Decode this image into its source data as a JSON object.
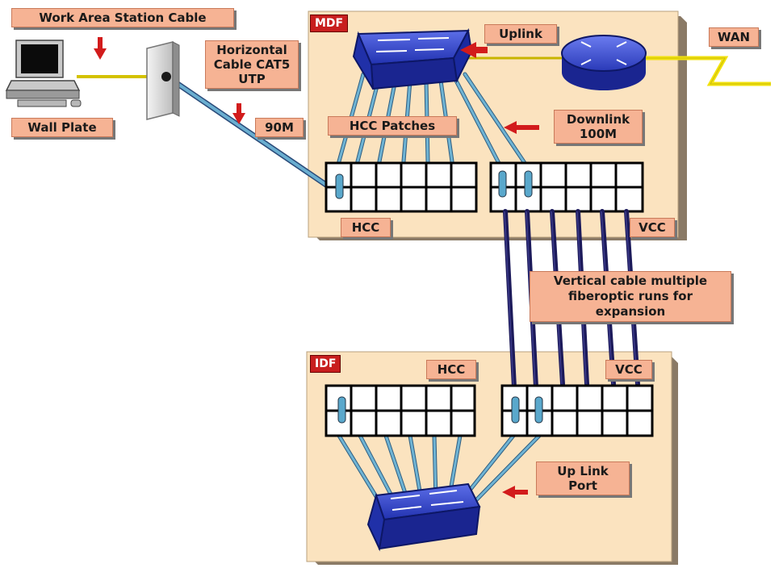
{
  "labels": {
    "work_area_station_cable": "Work Area Station Cable",
    "wall_plate": "Wall Plate",
    "horizontal_cable": "Horizontal Cable CAT5 UTP",
    "distance_90m": "90M",
    "mdf": "MDF",
    "uplink": "Uplink",
    "wan": "WAN",
    "hcc_patches": "HCC Patches",
    "downlink": "Downlink 100M",
    "hcc_top": "HCC",
    "vcc_top": "VCC",
    "vertical_cable": "Vertical cable multiple fiberoptic runs for expansion",
    "idf": "IDF",
    "hcc_bottom": "HCC",
    "vcc_bottom": "VCC",
    "up_link_port": "Up Link Port"
  },
  "colors": {
    "room_fill": "#fbe3bf",
    "label_fill": "#f6b394",
    "switch_blue": "#2437b8",
    "cable_blue": "#5ea6c6",
    "fiber_navy": "#1c1a5a",
    "wan_yellow": "#f2e20e",
    "arrow_red": "#d21b1b",
    "tag_red": "#c81e1e"
  }
}
